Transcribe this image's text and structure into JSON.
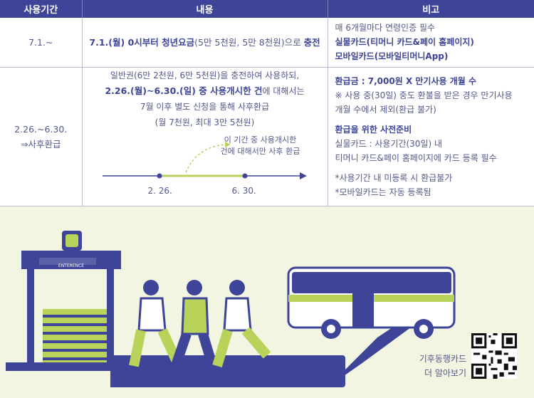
{
  "table": {
    "headers": [
      "사용기간",
      "내용",
      "비고"
    ],
    "row1": {
      "period": "7.1.~",
      "content_bold": "7.1.(월) 0시부터 청년요금",
      "content_rest": "(5만 5천원, 5만 8천원)으로 ",
      "content_tail": "충전",
      "note_line1": "매 6개월마다 연령인증 필수",
      "note_line2": "실물카드(티머니 카드&페이 홈페이지)",
      "note_line3": "모바일카드(모바일티머니App)"
    },
    "row2": {
      "period_line1": "2.26.~6.30.",
      "period_line2": "⇒사후환급",
      "content_line1": "일반권(6만 2천원, 6만 5천원)을 충전하여 사용하되,",
      "content_line2_bold": "2.26.(월)~6.30.(일) 중 사용개시한 건",
      "content_line2_rest": "에 대해서는",
      "content_line3": "7월 이후 별도 신청을 통해 사후환급",
      "content_line4": "(월 7천원, 최대 3만 5천원)",
      "annotation_line1": "이 기간 중 사용개시한",
      "annotation_line2": "건에 대해서만 사후 환급",
      "timeline_start": "2. 26.",
      "timeline_end": "6. 30.",
      "note_refund_title": "환급금 : 7,000원 X 만기사용 개월 수",
      "note_refund_line1": "※ 사용 중(30일) 중도 환불을 받은 경우 만기사용",
      "note_refund_line2": "개월 수에서 제외(환급 불가)",
      "note_prep_title": "환급을 위한 사전준비",
      "note_prep_line1": "실물카드 : 사용기간(30일) 내",
      "note_prep_line2": "티머니 카드&페이 홈페이지에 카드 등록 필수",
      "note_star1": "*사용기간 내 미등록 시 환급불가",
      "note_star2": "*모바일카드는 자동 등록됨"
    }
  },
  "illustration": {
    "station_sign": "ENTERENCE"
  },
  "qr": {
    "caption_line1": "기후동행카드",
    "caption_line2": "더 알아보기"
  },
  "colors": {
    "navy": "#3e4497",
    "lime": "#b9d35a",
    "background": "#f2f5e1",
    "text": "#55588a"
  }
}
